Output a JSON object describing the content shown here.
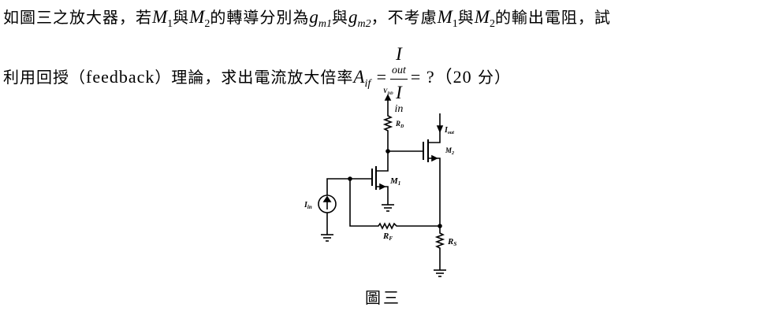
{
  "question": {
    "line1": {
      "t1": "如圖三之放大器，若",
      "M": "M",
      "s1": "1",
      "t2": "與",
      "s2": "2",
      "t3": "的轉導分別為",
      "g": "g",
      "gs1": "m1",
      "gs2": "m2",
      "t4": "，不考慮",
      "t5": "的輸出電阻，試"
    },
    "line2": {
      "t1": "利用回授（",
      "feedback": "feedback",
      "t2": "）理論，求出電流放大倍率",
      "A": "A",
      "Asub": "if",
      "eq": "=",
      "I": "I",
      "out": "out",
      "in": "in",
      "q": "= ?（",
      "points": "20",
      "t3": " 分）"
    }
  },
  "figure": {
    "labels": {
      "vdd": "V",
      "vdd_sub": "DD",
      "rd": "R",
      "rd_sub": "D",
      "iout": "I",
      "iout_sub": "out",
      "m2": "M",
      "m2_sub": "2",
      "m1": "M",
      "m1_sub": "1",
      "iin": "I",
      "iin_sub": "in",
      "rf": "R",
      "rf_sub": "F",
      "rs": "R",
      "rs_sub": "S"
    },
    "caption": "圖三"
  }
}
